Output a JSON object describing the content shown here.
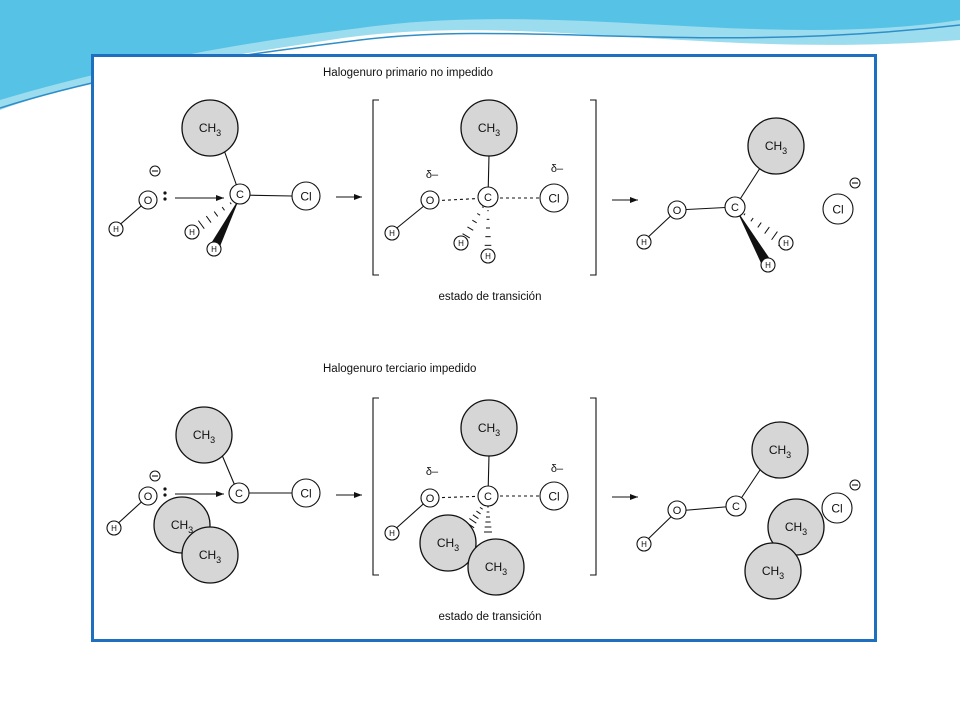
{
  "slide": {
    "background_color": "#ffffff",
    "swoosh_colors": [
      "#56c2e6",
      "#9cdcef",
      "#2e8fc8"
    ],
    "frame_color": "#1f6fc0"
  },
  "figure": {
    "top_panel": {
      "title": "Halogenuro primario no impedido",
      "caption": "estado de transición"
    },
    "bottom_panel": {
      "title": "Halogenuro terciario  impedido",
      "caption": "estado de transición"
    },
    "labels": {
      "methyl": "CH",
      "methyl_sub": "3",
      "hydrogen": "H",
      "oxygen": "O",
      "carbon": "C",
      "chlorine": "Cl",
      "partial_negative": "δ–",
      "negative_charge": "⊖"
    }
  }
}
